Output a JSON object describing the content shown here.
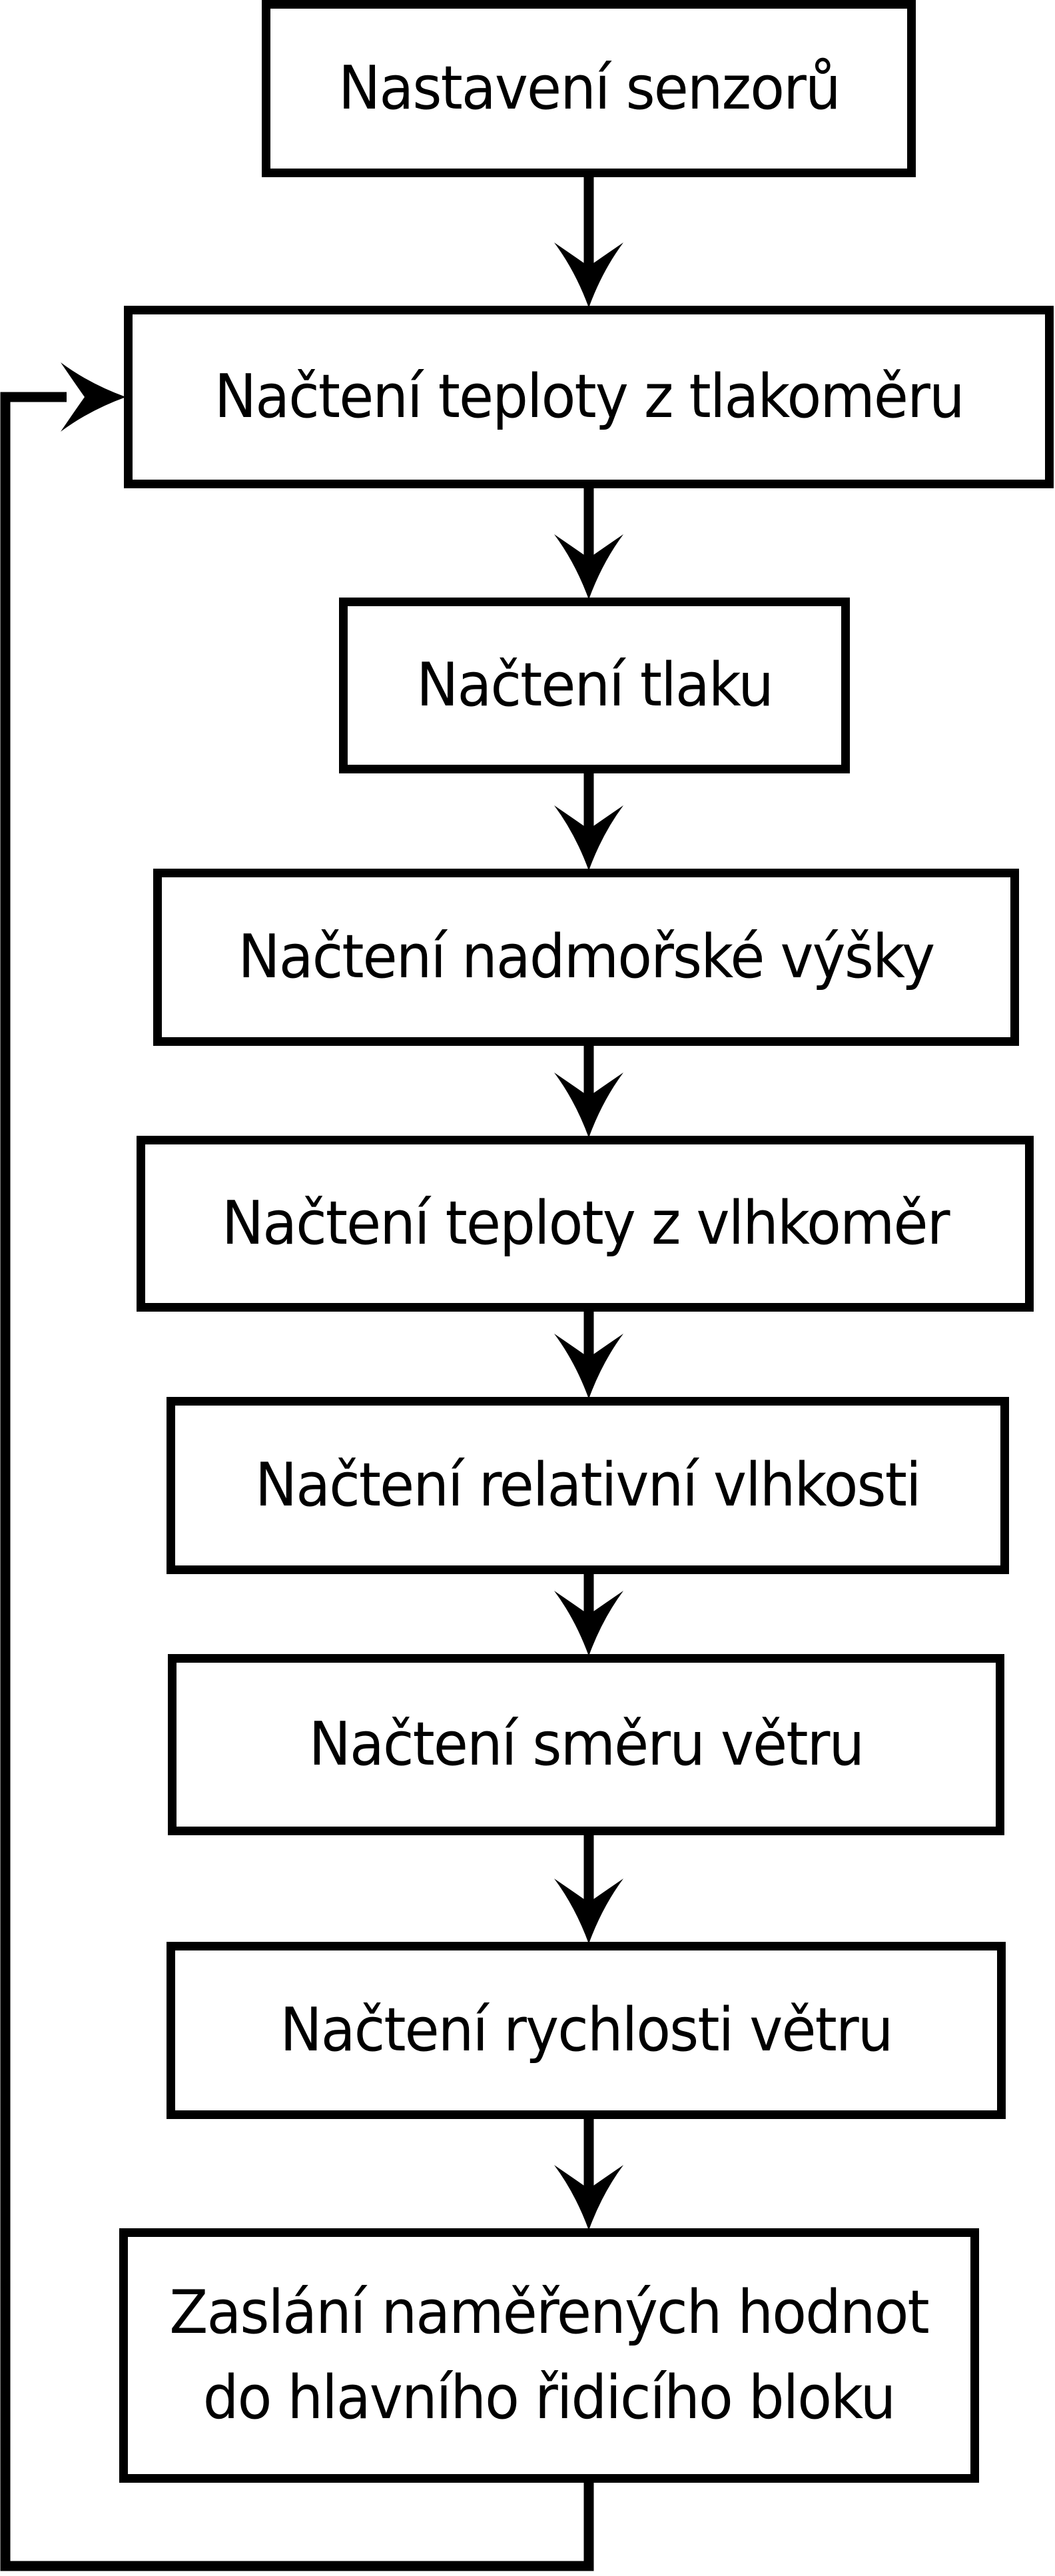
{
  "diagram": {
    "type": "flowchart",
    "background_color": "#ffffff",
    "line_color": "#000000",
    "node_fill": "#ffffff",
    "nodes": [
      {
        "id": "nastaveni-senzoru",
        "label": "Nastavení senzorů"
      },
      {
        "id": "nacteni-teploty-z-tlakomeru",
        "label": "Načtení teploty z tlakoměru"
      },
      {
        "id": "nacteni-tlaku",
        "label": "Načtení tlaku"
      },
      {
        "id": "nacteni-nadmorske-vysky",
        "label": "Načtení nadmořské výšky"
      },
      {
        "id": "nacteni-teploty-z-vlhkomer",
        "label": "Načtení teploty z vlhkoměr"
      },
      {
        "id": "nacteni-relativni-vlhkosti",
        "label": "Načtení relativní vlhkosti"
      },
      {
        "id": "nacteni-smeru-vetru",
        "label": "Načtení směru větru"
      },
      {
        "id": "nacteni-rychlosti-vetru",
        "label": "Načtení rychlosti větru"
      },
      {
        "id": "zaslani-namerenych-hodnot",
        "label_lines": [
          "Zaslání naměřených hodnot",
          "do hlavního řidicího bloku"
        ]
      }
    ],
    "edges": [
      {
        "from": "nastaveni-senzoru",
        "to": "nacteni-teploty-z-tlakomeru",
        "style": "straight-down"
      },
      {
        "from": "nacteni-teploty-z-tlakomeru",
        "to": "nacteni-tlaku",
        "style": "straight-down"
      },
      {
        "from": "nacteni-tlaku",
        "to": "nacteni-nadmorske-vysky",
        "style": "straight-down"
      },
      {
        "from": "nacteni-nadmorske-vysky",
        "to": "nacteni-teploty-z-vlhkomer",
        "style": "straight-down"
      },
      {
        "from": "nacteni-teploty-z-vlhkomer",
        "to": "nacteni-relativni-vlhkosti",
        "style": "straight-down"
      },
      {
        "from": "nacteni-relativni-vlhkosti",
        "to": "nacteni-smeru-vetru",
        "style": "straight-down"
      },
      {
        "from": "nacteni-smeru-vetru",
        "to": "nacteni-rychlosti-vetru",
        "style": "straight-down"
      },
      {
        "from": "nacteni-rychlosti-vetru",
        "to": "zaslani-namerenych-hodnot",
        "style": "straight-down"
      },
      {
        "from": "zaslani-namerenych-hodnot",
        "to": "nacteni-teploty-z-tlakomeru",
        "style": "loop-back-left"
      }
    ]
  }
}
